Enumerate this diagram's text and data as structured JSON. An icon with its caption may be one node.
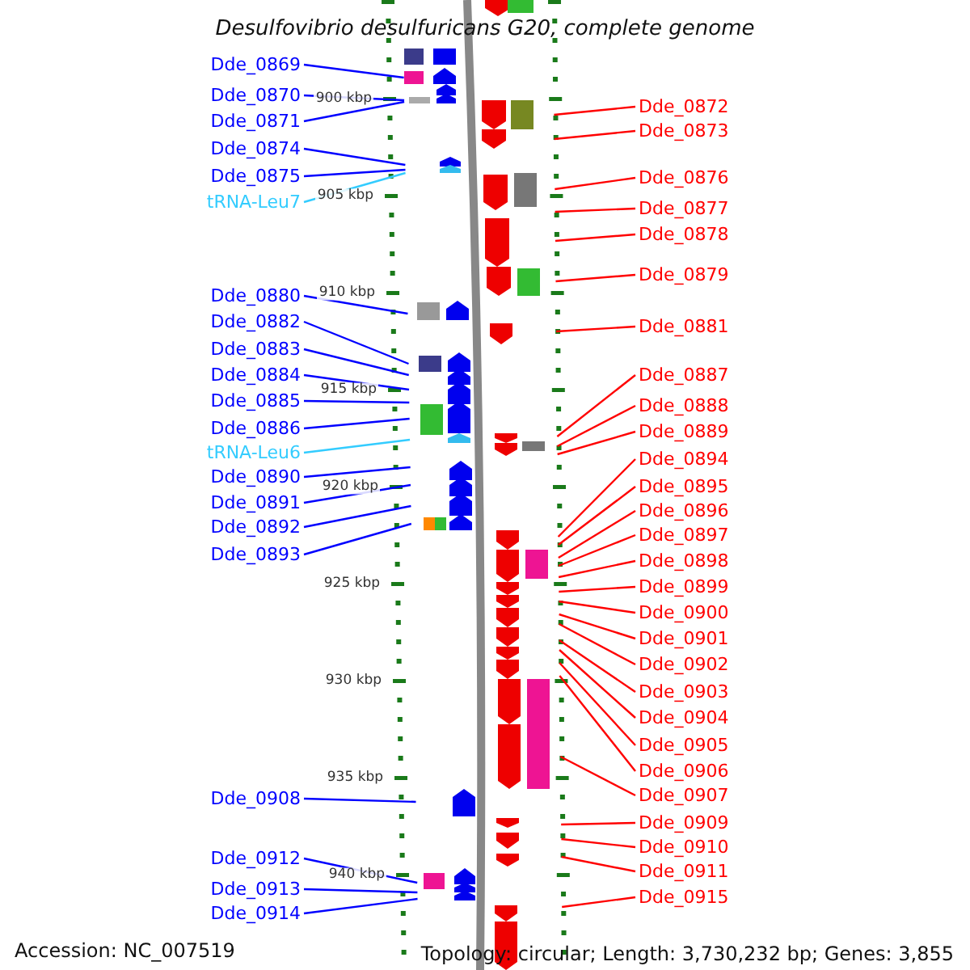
{
  "diagram": {
    "title": "Desulfovibrio desulfuricans G20, complete genome",
    "nodes": [
      {
        "text": [
          "Dde_0869"
        ]
      },
      {
        "text": [
          "Dde_0870"
        ]
      },
      {
        "text": [
          "Dde_0871"
        ]
      },
      {
        "text": [
          "Dde_0874"
        ]
      },
      {
        "text": [
          "Dde_0875"
        ]
      },
      {
        "text": [
          "tRNA-Leu7"
        ]
      },
      {
        "text": [
          "Dde_0880"
        ]
      },
      {
        "text": [
          "Dde_0882"
        ]
      },
      {
        "text": [
          "Dde_0883"
        ]
      },
      {
        "text": [
          "Dde_0884"
        ]
      },
      {
        "text": [
          "Dde_0885"
        ]
      },
      {
        "text": [
          "Dde_0886"
        ]
      },
      {
        "text": [
          "tRNA-Leu6"
        ]
      },
      {
        "text": [
          "Dde_0890"
        ]
      },
      {
        "text": [
          "Dde_0891"
        ]
      },
      {
        "text": [
          "Dde_0892"
        ]
      },
      {
        "text": [
          "Dde_0893"
        ]
      },
      {
        "text": [
          "Dde_0908"
        ]
      },
      {
        "text": [
          "Dde_0912"
        ]
      },
      {
        "text": [
          "Dde_0913"
        ]
      },
      {
        "text": [
          "Dde_0914"
        ]
      },
      {
        "text": [
          "Dde_0872"
        ]
      },
      {
        "text": [
          "Dde_0873"
        ]
      },
      {
        "text": [
          "Dde_0876"
        ]
      },
      {
        "text": [
          "Dde_0877"
        ]
      },
      {
        "text": [
          "Dde_0878"
        ]
      },
      {
        "text": [
          "Dde_0879"
        ]
      },
      {
        "text": [
          "Dde_0881"
        ]
      },
      {
        "text": [
          "Dde_0887"
        ]
      },
      {
        "text": [
          "Dde_0888"
        ]
      },
      {
        "text": [
          "Dde_0889"
        ]
      },
      {
        "text": [
          "Dde_0894"
        ]
      },
      {
        "text": [
          "Dde_0895"
        ]
      },
      {
        "text": [
          "Dde_0896"
        ]
      },
      {
        "text": [
          "Dde_0897"
        ]
      },
      {
        "text": [
          "Dde_0898"
        ]
      },
      {
        "text": [
          "Dde_0899"
        ]
      },
      {
        "text": [
          "Dde_0900"
        ]
      },
      {
        "text": [
          "Dde_0901"
        ]
      },
      {
        "text": [
          "Dde_0902"
        ]
      },
      {
        "text": [
          "Dde_0903"
        ]
      },
      {
        "text": [
          "Dde_0904"
        ]
      },
      {
        "text": [
          "Dde_0905"
        ]
      },
      {
        "text": [
          "Dde_0906"
        ]
      },
      {
        "text": [
          "Dde_0907"
        ]
      },
      {
        "text": [
          "Dde_0909"
        ]
      },
      {
        "text": [
          "Dde_0910"
        ]
      },
      {
        "text": [
          "Dde_0911"
        ]
      },
      {
        "text": [
          "Dde_0915"
        ]
      }
    ],
    "edges": [
      {
        "from": 0,
        "to": null,
        "arrow": "none",
        "color": "#0000ff"
      },
      {
        "from": 1,
        "to": null,
        "arrow": "none",
        "color": "#0000ff"
      },
      {
        "from": 2,
        "to": null,
        "arrow": "none",
        "color": "#0000ff"
      },
      {
        "from": 3,
        "to": null,
        "arrow": "none",
        "color": "#0000ff"
      },
      {
        "from": 4,
        "to": null,
        "arrow": "none",
        "color": "#0000ff"
      },
      {
        "from": 5,
        "to": null,
        "arrow": "none",
        "color": "#33ccff"
      },
      {
        "from": 6,
        "to": null,
        "arrow": "none",
        "color": "#0000ff"
      },
      {
        "from": 7,
        "to": null,
        "arrow": "none",
        "color": "#0000ff"
      },
      {
        "from": 8,
        "to": null,
        "arrow": "none",
        "color": "#0000ff"
      },
      {
        "from": 9,
        "to": null,
        "arrow": "none",
        "color": "#0000ff"
      },
      {
        "from": 10,
        "to": null,
        "arrow": "none",
        "color": "#0000ff"
      },
      {
        "from": 11,
        "to": null,
        "arrow": "none",
        "color": "#0000ff"
      },
      {
        "from": 12,
        "to": null,
        "arrow": "none",
        "color": "#33ccff"
      },
      {
        "from": 13,
        "to": null,
        "arrow": "none",
        "color": "#0000ff"
      },
      {
        "from": 14,
        "to": null,
        "arrow": "none",
        "color": "#0000ff"
      },
      {
        "from": 15,
        "to": null,
        "arrow": "none",
        "color": "#0000ff"
      },
      {
        "from": 16,
        "to": null,
        "arrow": "none",
        "color": "#0000ff"
      },
      {
        "from": 17,
        "to": null,
        "arrow": "none",
        "color": "#0000ff"
      },
      {
        "from": 18,
        "to": null,
        "arrow": "none",
        "color": "#0000ff"
      },
      {
        "from": 19,
        "to": null,
        "arrow": "none",
        "color": "#0000ff"
      },
      {
        "from": 20,
        "to": null,
        "arrow": "none",
        "color": "#0000ff"
      },
      {
        "from": 21,
        "to": null,
        "arrow": "none"
      },
      {
        "from": 22,
        "to": null,
        "arrow": "none"
      },
      {
        "from": 23,
        "to": null,
        "arrow": "none"
      },
      {
        "from": 24,
        "to": null,
        "arrow": "none"
      },
      {
        "from": 25,
        "to": null,
        "arrow": "none"
      },
      {
        "from": 26,
        "to": null,
        "arrow": "none"
      },
      {
        "from": 27,
        "to": null,
        "arrow": "none"
      },
      {
        "from": 28,
        "to": null,
        "arrow": "none"
      },
      {
        "from": 29,
        "to": null,
        "arrow": "none"
      },
      {
        "from": 30,
        "to": null,
        "arrow": "none"
      },
      {
        "from": 31,
        "to": null,
        "arrow": "none"
      },
      {
        "from": 32,
        "to": null,
        "arrow": "none"
      },
      {
        "from": 33,
        "to": null,
        "arrow": "none"
      },
      {
        "from": 34,
        "to": null,
        "arrow": "none"
      },
      {
        "from": 35,
        "to": null,
        "arrow": "none"
      },
      {
        "from": 36,
        "to": null,
        "arrow": "none"
      },
      {
        "from": 37,
        "to": null,
        "arrow": "none"
      },
      {
        "from": 38,
        "to": null,
        "arrow": "none"
      },
      {
        "from": 39,
        "to": null,
        "arrow": "none"
      },
      {
        "from": 40,
        "to": null,
        "arrow": "none"
      },
      {
        "from": 41,
        "to": null,
        "arrow": "none"
      },
      {
        "from": 42,
        "to": null,
        "arrow": "none"
      },
      {
        "from": 43,
        "to": null,
        "arrow": "none"
      },
      {
        "from": 44,
        "to": null,
        "arrow": "none"
      },
      {
        "from": 45,
        "to": null,
        "arrow": "none"
      },
      {
        "from": 46,
        "to": null,
        "arrow": "none"
      },
      {
        "from": 47,
        "to": null,
        "arrow": "none"
      },
      {
        "from": 48,
        "to": null,
        "arrow": "none"
      }
    ],
    "labels": [
      "900 kbp",
      "905 kbp",
      "910 kbp",
      "915 kbp",
      "920 kbp",
      "925 kbp",
      "930 kbp",
      "935 kbp",
      "940 kbp",
      "Accession: NC_007519",
      "Topology: circular; Length: 3,730,232 bp; Genes: 3,855"
    ]
  }
}
